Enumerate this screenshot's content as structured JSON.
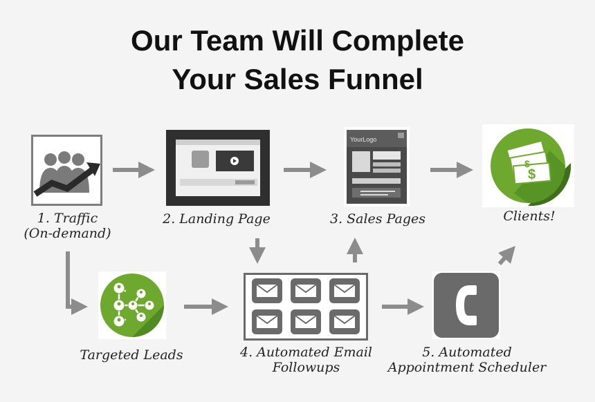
{
  "title": {
    "line1": "Our Team Will Complete",
    "line2": "Your Sales Funnel"
  },
  "nodes": {
    "traffic": {
      "line1": "1. Traffic",
      "line2": "(On-demand)",
      "icon": "traffic-growth-icon"
    },
    "landing": {
      "label": "2. Landing Page",
      "icon": "landing-page-icon"
    },
    "sales": {
      "label": "3. Sales Pages",
      "icon": "sales-page-icon",
      "logo_text": "YourLogo"
    },
    "clients": {
      "label": "Clients!",
      "icon": "money-icon"
    },
    "leads": {
      "label": "Targeted Leads",
      "icon": "lead-network-icon"
    },
    "email": {
      "line1": "4. Automated Email",
      "line2": "Followups",
      "icon": "email-grid-icon"
    },
    "appointment": {
      "line1": "5. Automated",
      "line2": "Appointment Scheduler",
      "icon": "phone-icon"
    }
  },
  "colors": {
    "green": "#6fa82f",
    "green_dark": "#3f6f1a",
    "arrow": "#8c8c8c",
    "icon_gray": "#6a6a6a"
  }
}
